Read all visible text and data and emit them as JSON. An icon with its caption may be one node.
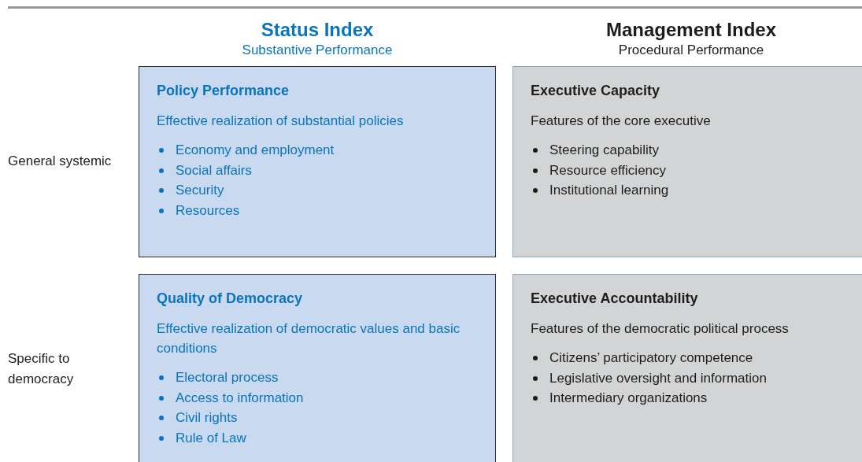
{
  "diagram": {
    "nodes": [
      {
        "text": [
          "Policy Performance",
          "Effective realization of substantial policies",
          "Economy and employment",
          "Social affairs",
          "Security",
          "Resources"
        ]
      },
      {
        "text": [
          "Executive Capacity",
          "Features of the core executive",
          "Steering capability",
          "Resource efficiency",
          "Institutional learning"
        ]
      },
      {
        "text": [
          "Quality of Democracy",
          "Effective realization of democratic values and basic conditions",
          "Electoral process",
          "Access to information",
          "Civil rights",
          "Rule of Law"
        ]
      },
      {
        "text": [
          "Executive Accountability",
          "Features of the democratic political process",
          "Citizens’ participatory competence",
          "Legislative oversight and information",
          "Intermediary organizations"
        ]
      }
    ],
    "labels": [
      "Status Index",
      "Substantive Performance",
      "Management Index",
      "Procedural Performance",
      "General systemic",
      "Specific to democracy"
    ]
  }
}
